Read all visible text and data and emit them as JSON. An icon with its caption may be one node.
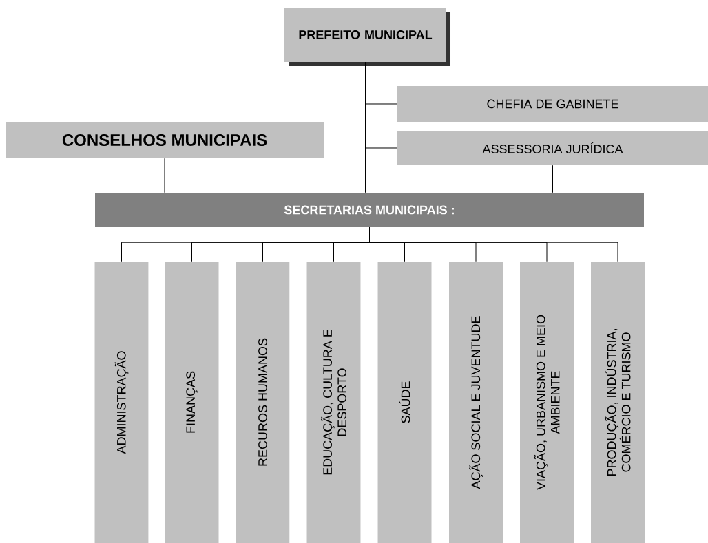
{
  "diagram": {
    "nodes": [
      {
        "text": [
          "PREFEITO MUNICIPAL"
        ]
      },
      {
        "text": [
          "CHEFIA DE GABINETE"
        ]
      },
      {
        "text": [
          "ASSESSORIA JURÍDICA"
        ]
      },
      {
        "text": [
          "CONSELHOS MUNICIPAIS"
        ]
      },
      {
        "text": [
          "SECRETARIAS MUNICIPAIS :"
        ]
      },
      {
        "text": [
          "ADMINISTRAÇÃO"
        ]
      },
      {
        "text": [
          "FINANÇAS"
        ]
      },
      {
        "text": [
          "RECUROS HUMANOS"
        ]
      },
      {
        "text": [
          "EDUCAÇÃO, CULTURA E DESPORTO"
        ]
      },
      {
        "text": [
          "SAÚDE"
        ]
      },
      {
        "text": [
          "AÇÃO SOCIAL E JUVENTUDE"
        ]
      },
      {
        "text": [
          "VIAÇÃO, URBANISMO E MEIO AMBIENTE"
        ]
      },
      {
        "text": [
          "PRODUÇÃO, INDÚSTRIA, COMÉRCIO E TURISMO"
        ]
      }
    ],
    "edges": [
      {
        "from": 0,
        "to": 4,
        "arrow": "none"
      },
      {
        "from": 0,
        "to": 1,
        "arrow": "none"
      },
      {
        "from": 0,
        "to": 2,
        "arrow": "none"
      },
      {
        "from": 3,
        "to": 4,
        "arrow": "none"
      },
      {
        "from": 2,
        "to": 4,
        "arrow": "none"
      },
      {
        "from": 4,
        "to": 5,
        "arrow": "none"
      },
      {
        "from": 4,
        "to": 6,
        "arrow": "none"
      },
      {
        "from": 4,
        "to": 7,
        "arrow": "none"
      },
      {
        "from": 4,
        "to": 8,
        "arrow": "none"
      },
      {
        "from": 4,
        "to": 9,
        "arrow": "none"
      },
      {
        "from": 4,
        "to": 10,
        "arrow": "none"
      },
      {
        "from": 4,
        "to": 11,
        "arrow": "none"
      },
      {
        "from": 4,
        "to": 12,
        "arrow": "none"
      }
    ]
  }
}
